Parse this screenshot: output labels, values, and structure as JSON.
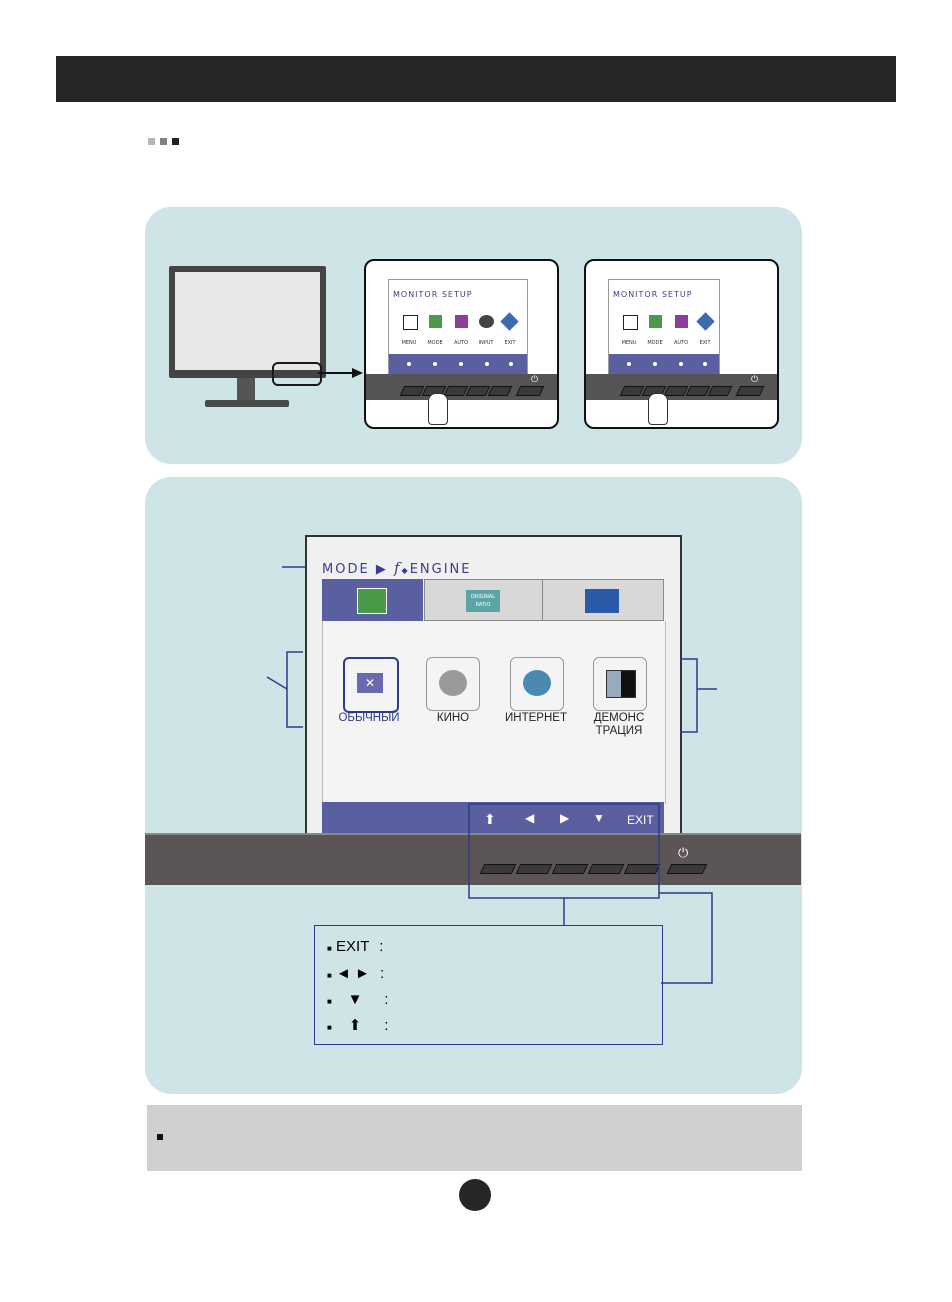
{
  "page": {
    "bullets_colors": [
      "#b5b5b5",
      "#808080",
      "#222222"
    ]
  },
  "monitor_osd_small": {
    "title": "MONITOR SETUP",
    "labels_5": [
      "MENU",
      "MODE",
      "AUTO",
      "INPUT",
      "EXIT"
    ],
    "labels_4": [
      "MENU",
      "MODE",
      "AUTO",
      "EXIT"
    ]
  },
  "osd": {
    "title_prefix": "MODE",
    "title_suffix": "ENGINE",
    "title_f": "f",
    "tab_ratio_line1": "ORIGINAL",
    "tab_ratio_line2": "RATIO",
    "modes": [
      {
        "label": "ОБЫЧНЫЙ",
        "icon": "normal-mode-icon",
        "selected": true
      },
      {
        "label": "КИНО",
        "icon": "movie-icon",
        "selected": false
      },
      {
        "label": "ИНТЕРНЕТ",
        "icon": "internet-icon",
        "selected": false
      },
      {
        "label": "ДЕМОНС",
        "label2": "ТРАЦИЯ",
        "icon": "demo-icon",
        "selected": false
      }
    ],
    "nav_exit": "EXIT"
  },
  "legend": {
    "rows": [
      {
        "key": "EXIT",
        "sep": ":"
      },
      {
        "key": "◄ ►",
        "sep": ":"
      },
      {
        "key": "▼",
        "sep": ":"
      },
      {
        "key": "⬆",
        "sep": ":"
      }
    ]
  },
  "colors": {
    "panel": "#cfe4e6",
    "accent_blue": "#2e3a8c",
    "osd_bar": "#5a5fa0",
    "bezel": "#5b5555"
  }
}
